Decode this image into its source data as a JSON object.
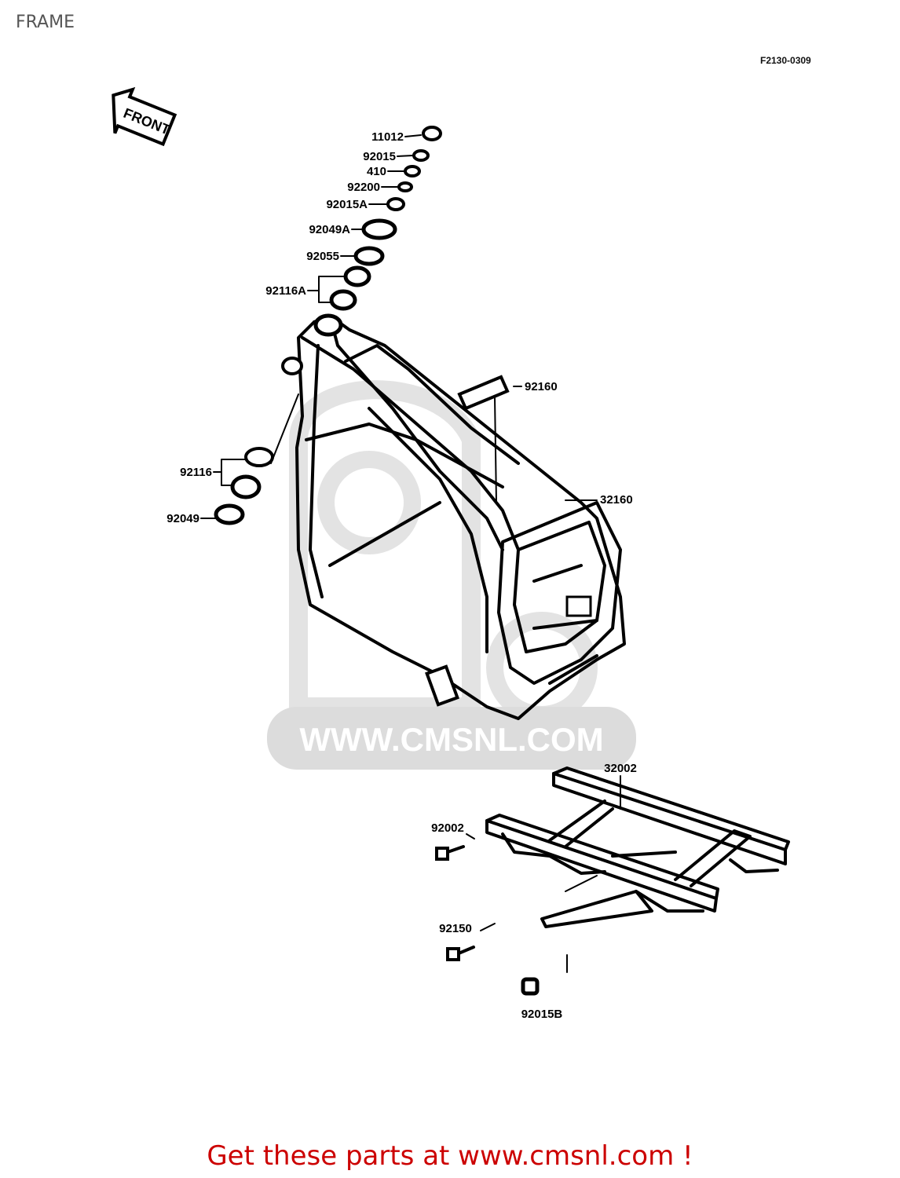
{
  "page": {
    "title": "FRAME",
    "reference_code": "F2130-0309",
    "promo_text": "Get these parts at www.cmsnl.com !",
    "promo_color": "#cc0000"
  },
  "diagram": {
    "front_arrow_label": "FRONT",
    "watermark_text": "WWW.CMSNL.COM",
    "watermark_color": "#dcdcdc",
    "part_labels": {
      "p11012": "11012",
      "p92015": "92015",
      "p410": "410",
      "p92200": "92200",
      "p92015A": "92015A",
      "p92049A": "92049A",
      "p92055": "92055",
      "p92116A": "92116A",
      "p92160": "92160",
      "p32160": "32160",
      "p92116": "92116",
      "p92049": "92049",
      "p32002": "32002",
      "p92002": "92002",
      "p92150": "92150",
      "p92015B": "92015B"
    }
  }
}
